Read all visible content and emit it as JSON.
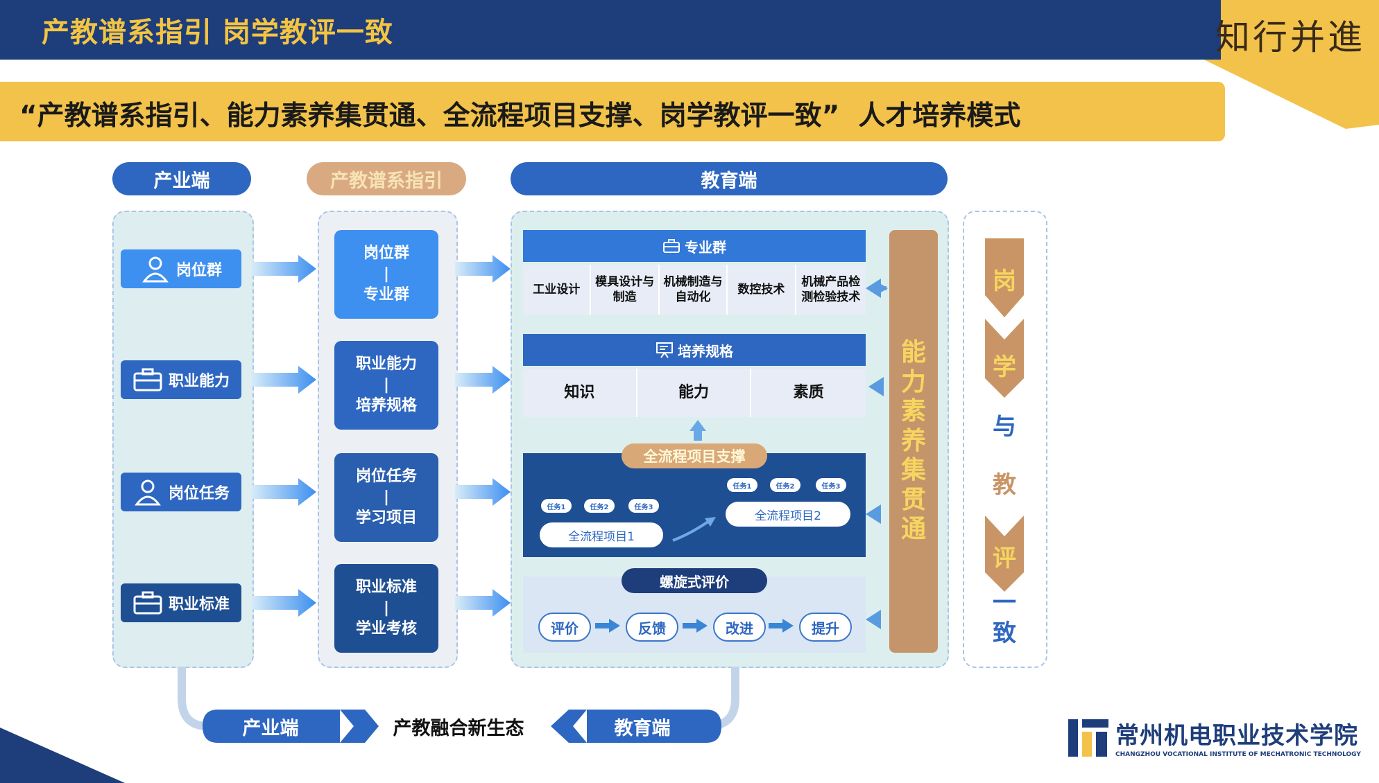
{
  "header": {
    "title": "产教谱系指引 岗学教评一致",
    "calligraphy": "知行并進"
  },
  "banner": {
    "text": "“产教谱系指引、能力素养集贯通、全流程项目支撑、岗学教评一致”  人才培养模式"
  },
  "columns": {
    "industry_header": "产业端",
    "spectrum_header": "产教谱系指引",
    "education_header": "教育端"
  },
  "industry_items": [
    {
      "label": "岗位群",
      "icon": "person-icon"
    },
    {
      "label": "职业能力",
      "icon": "briefcase-icon"
    },
    {
      "label": "岗位任务",
      "icon": "person-icon"
    },
    {
      "label": "职业标准",
      "icon": "briefcase-icon"
    }
  ],
  "spectrum_items": [
    {
      "top": "岗位群",
      "sep": "|",
      "bottom": "专业群"
    },
    {
      "top": "职业能力",
      "sep": "|",
      "bottom": "培养规格"
    },
    {
      "top": "岗位任务",
      "sep": "|",
      "bottom": "学习项目"
    },
    {
      "top": "职业标准",
      "sep": "|",
      "bottom": "学业考核"
    }
  ],
  "education": {
    "major_group": {
      "title": "专业群",
      "icon": "briefcase-icon",
      "majors": [
        "工业设计",
        "模具设计与制造",
        "机械制造与自动化",
        "数控技术",
        "机械产品检测检验技术"
      ]
    },
    "training_spec": {
      "title": "培养规格",
      "icon": "presentation-icon",
      "items": [
        "知识",
        "能力",
        "素质"
      ]
    },
    "project_support": {
      "title": "全流程项目支撑",
      "project1": {
        "tasks": [
          "任务1",
          "任务2",
          "任务3"
        ],
        "name": "全流程项目1"
      },
      "project2": {
        "tasks": [
          "任务1",
          "任务2",
          "任务3"
        ],
        "name": "全流程项目2"
      }
    },
    "spiral_evaluation": {
      "title": "螺旋式评价",
      "steps": [
        "评价",
        "反馈",
        "改进",
        "提升"
      ]
    },
    "ability_chain": [
      "能",
      "力",
      "素",
      "养",
      "集",
      "贯",
      "通"
    ]
  },
  "consistency": [
    "岗",
    "学",
    "与",
    "教",
    "评",
    "一",
    "致"
  ],
  "bottom": {
    "left": "产业端",
    "center": "产教融合新生态",
    "right": "教育端"
  },
  "school": {
    "name_cn": "常州机电职业技术学院",
    "name_en": "CHANGZHOU VOCATIONAL INSTITUTE OF MECHATRONIC TECHNOLOGY"
  },
  "colors": {
    "navy": "#1e3d7b",
    "gold": "#f2c24a",
    "blue": "#2e67c1",
    "light_blue": "#3d8ff0",
    "dark_blue": "#1f4f93",
    "tan": "#c99566"
  }
}
